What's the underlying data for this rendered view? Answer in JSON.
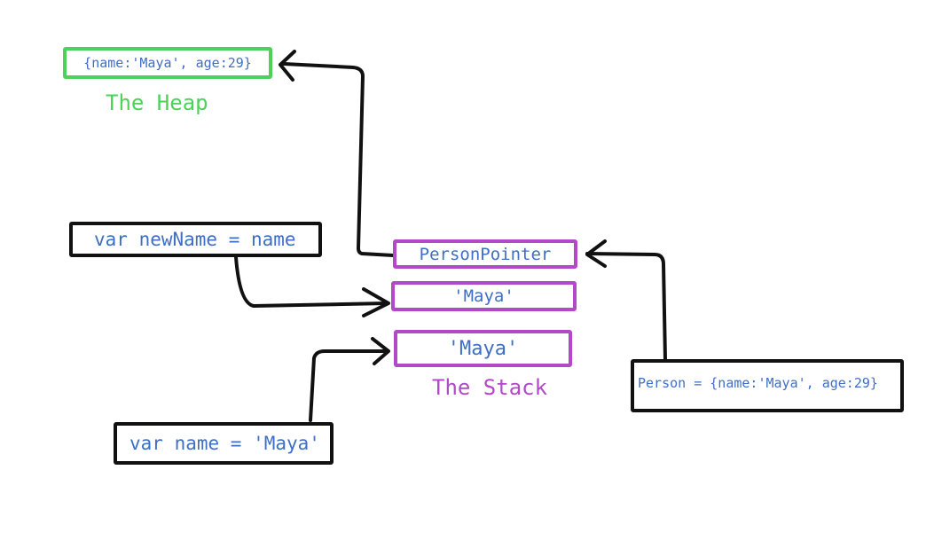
{
  "heap": {
    "object_text": "{name:'Maya', age:29}",
    "label": "The Heap",
    "color": "#4cd15b"
  },
  "stack": {
    "label": "The Stack",
    "color": "#b348c9",
    "slots": [
      "PersonPointer",
      "'Maya'",
      "'Maya'"
    ]
  },
  "statements": {
    "new_name": "var newName = name",
    "name": "var name = 'Maya'",
    "person": "Person = {name:'Maya', age:29}"
  },
  "code_color": "#3f6fc4",
  "arrow_color": "#111111"
}
